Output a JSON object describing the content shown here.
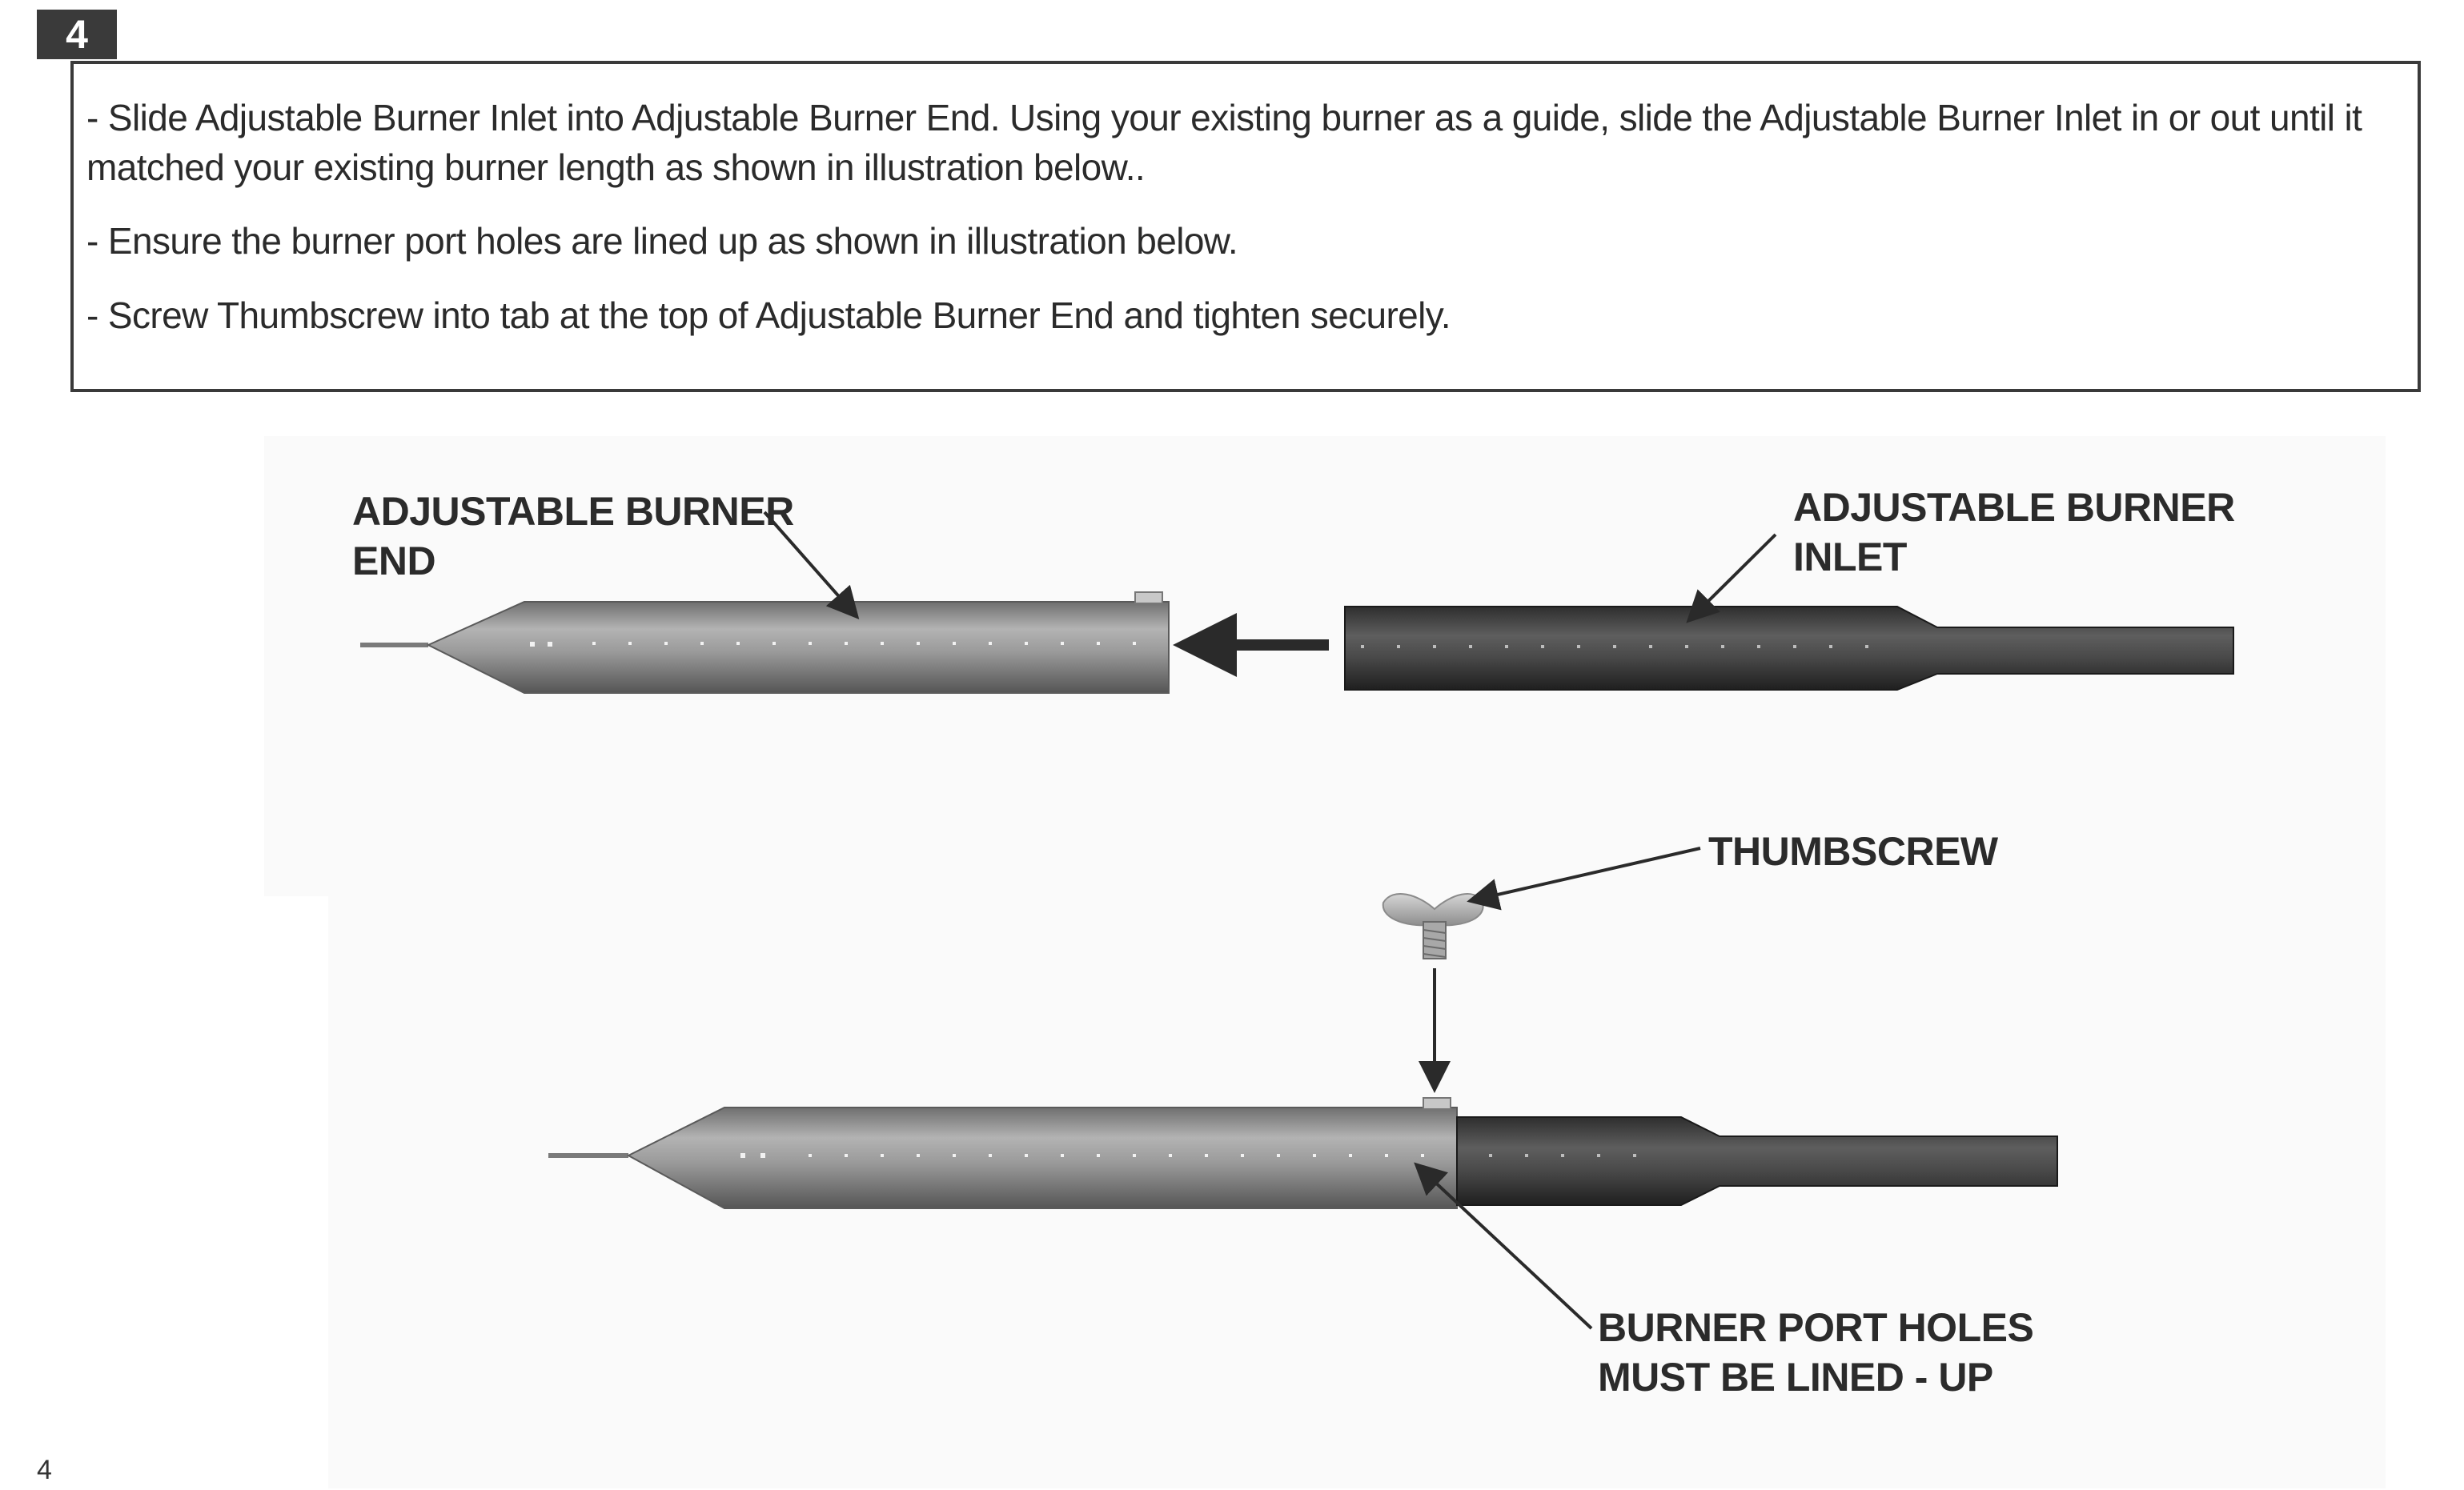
{
  "step": {
    "number": "4"
  },
  "instructions": {
    "line1": "- Slide Adjustable Burner Inlet into Adjustable Burner End.  Using your existing burner as a guide, slide the Adjustable Burner Inlet in or out until it",
    "line1_cont": "matched your existing burner length as shown in illustration below..",
    "line2": "- Ensure the burner port holes are lined up as shown in illustration below.",
    "line3": "-  Screw Thumbscrew into tab at the top of Adjustable Burner End and tighten securely."
  },
  "callouts": {
    "burner_end": "ADJUSTABLE BURNER\nEND",
    "burner_inlet": "ADJUSTABLE BURNER\nINLET",
    "thumbscrew": "THUMBSCREW",
    "port_holes": "BURNER PORT HOLES\nMUST BE LINED - UP"
  },
  "page": {
    "number": "4"
  }
}
